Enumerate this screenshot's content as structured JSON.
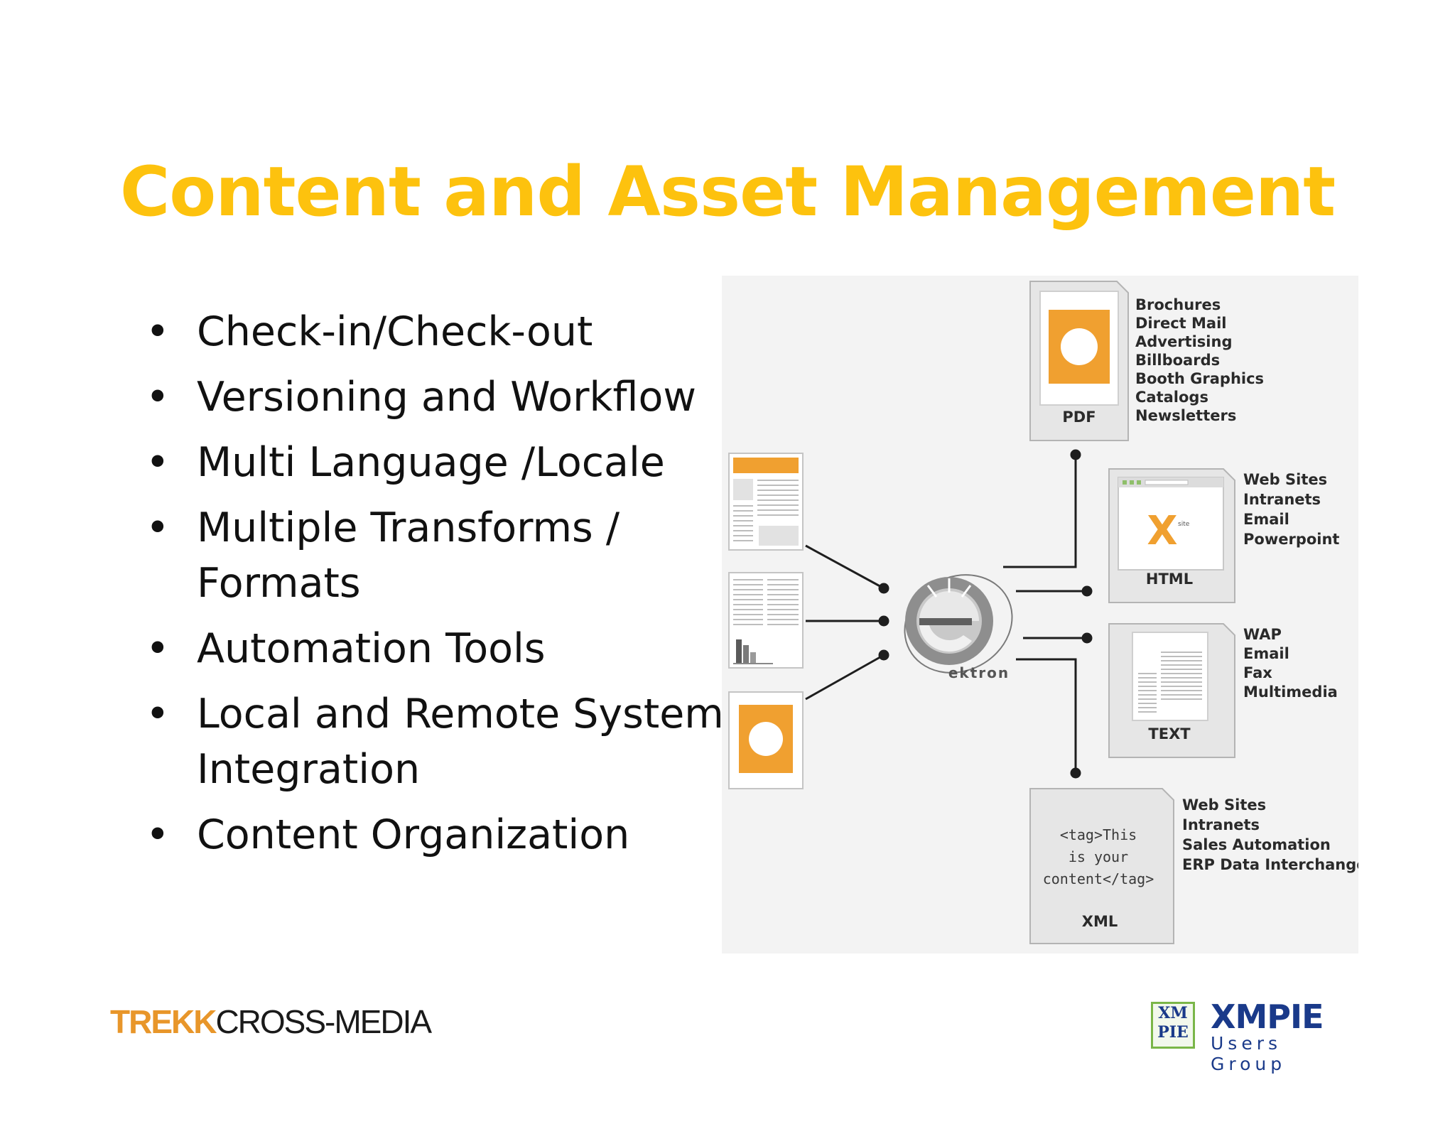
{
  "slide": {
    "title": "Content and Asset Management",
    "colors": {
      "title": "#FDC20E",
      "bullet_text": "#111111",
      "accent_orange": "#F0A030",
      "trekk_orange": "#E8962A",
      "xmpie_blue": "#1A3A8A",
      "xmpie_green": "#7AB648"
    },
    "bullets": [
      {
        "lines": [
          "Check-in/Check-out"
        ]
      },
      {
        "lines": [
          "Versioning and Workflow"
        ]
      },
      {
        "lines": [
          "Multi Language /Locale"
        ]
      },
      {
        "lines": [
          "Multiple Transforms /",
          "Formats"
        ]
      },
      {
        "lines": [
          "Automation Tools"
        ]
      },
      {
        "lines": [
          "Local and Remote System",
          "Integration"
        ]
      },
      {
        "lines": [
          "Content Organization"
        ]
      }
    ],
    "bullet_marker": "•"
  },
  "diagram": {
    "hub_logo_text": "ektron",
    "outputs": [
      {
        "format": "PDF",
        "icon": "pdf-document-icon",
        "uses": [
          "Brochures",
          "Direct Mail",
          "Advertising",
          "Billboards",
          "Booth Graphics",
          "Catalogs",
          "Newsletters"
        ]
      },
      {
        "format": "HTML",
        "icon": "browser-window-icon",
        "inner_mark": "X",
        "inner_mark_sup": "site",
        "uses": [
          "Web Sites",
          "Intranets",
          "Email",
          "Powerpoint"
        ]
      },
      {
        "format": "TEXT",
        "icon": "text-document-icon",
        "uses": [
          "WAP",
          "Email",
          "Fax",
          "Multimedia"
        ]
      },
      {
        "format": "XML",
        "icon": "xml-document-icon",
        "content_lines": [
          "<tag>This",
          "is your",
          "content</tag>"
        ],
        "uses": [
          "Web Sites",
          "Intranets",
          "Sales Automation",
          "ERP Data Interchange"
        ]
      }
    ],
    "inputs": [
      {
        "icon": "layout-document-icon"
      },
      {
        "icon": "chart-document-icon"
      },
      {
        "icon": "image-document-icon"
      }
    ]
  },
  "footer": {
    "left_logo": {
      "part1": "TREKK",
      "part2": "CROSS-MEDIA"
    },
    "right_logo": {
      "box_line1": "XM",
      "box_line2": "PIE",
      "name": "XMPIE",
      "tagline": "Users Group"
    }
  }
}
